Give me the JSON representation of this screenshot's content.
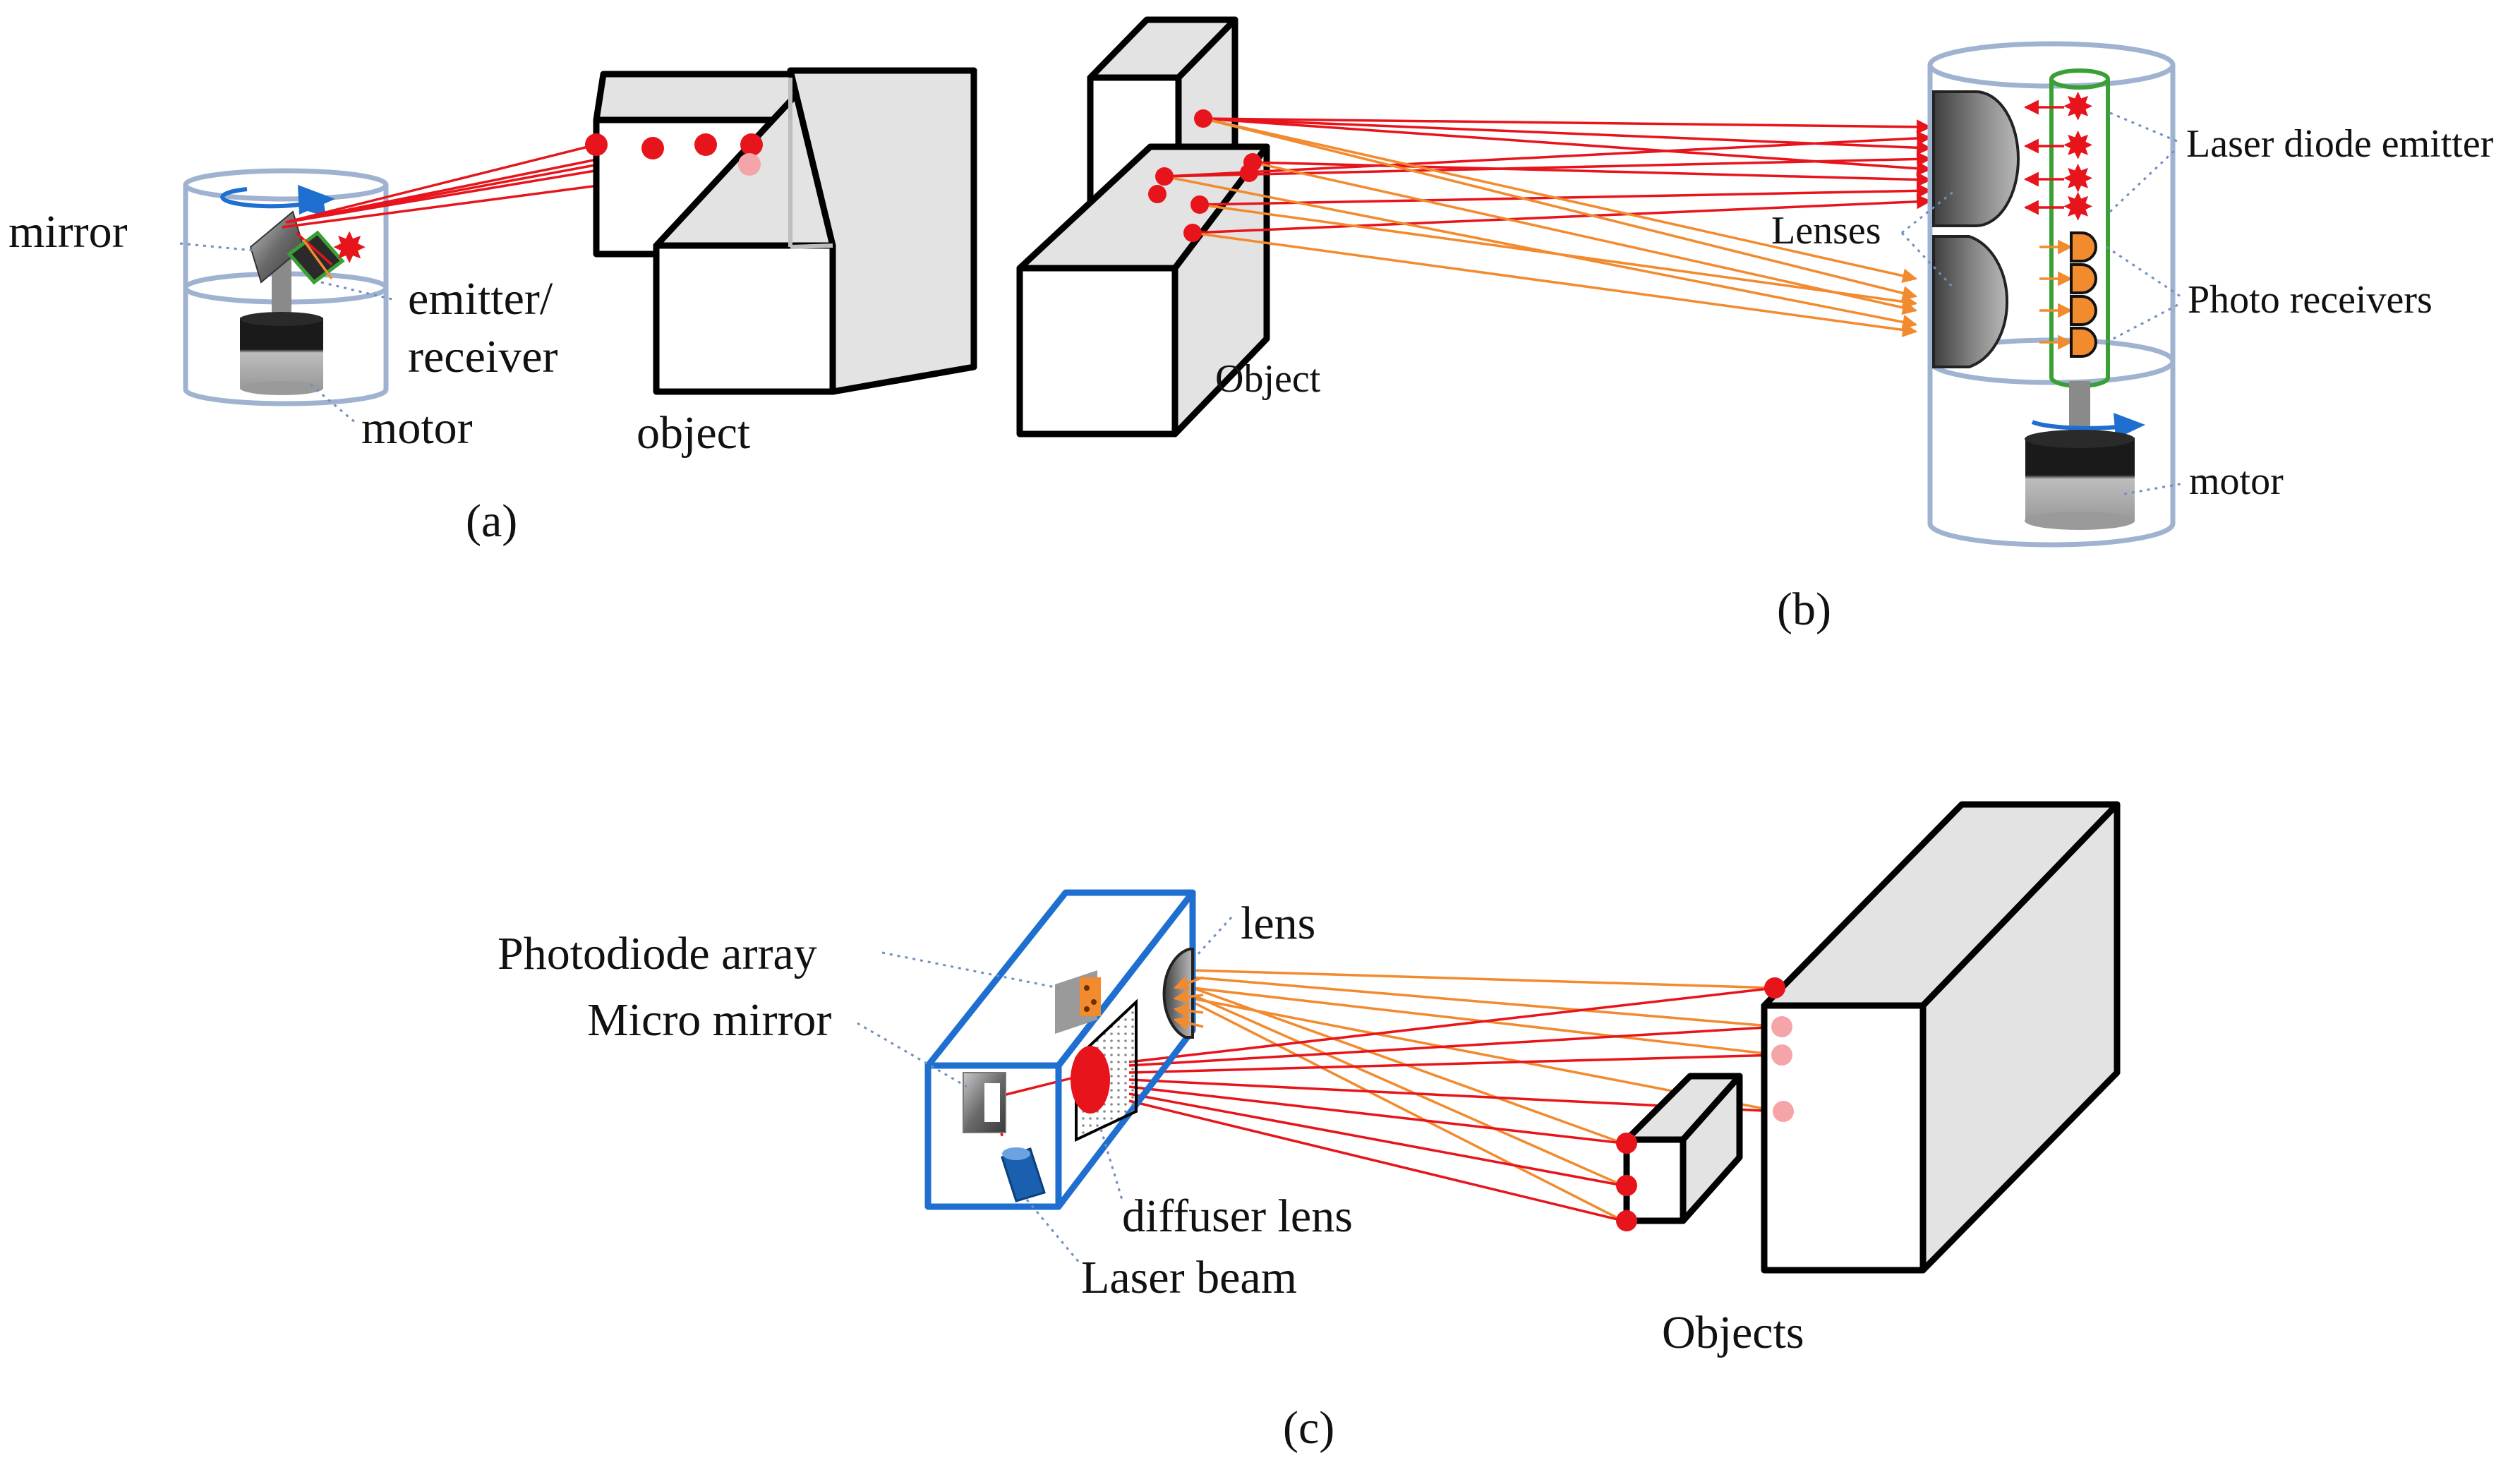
{
  "panels": {
    "a": {
      "caption": "(a)",
      "labels": {
        "mirror": "mirror",
        "emitter_line1": "emitter/",
        "emitter_line2": "receiver",
        "motor": "motor",
        "object": "object"
      }
    },
    "b": {
      "caption": "(b)",
      "labels": {
        "laser_diode_emitter": "Laser diode emitter",
        "lenses": "Lenses",
        "photo_receivers": "Photo receivers",
        "object": "Object",
        "motor": "motor"
      }
    },
    "c": {
      "caption": "(c)",
      "labels": {
        "photodiode_array": "Photodiode array",
        "micro_mirror": "Micro mirror",
        "lens": "lens",
        "diffuser_lens": "diffuser lens",
        "laser_beam": "Laser beam",
        "objects": "Objects"
      }
    }
  },
  "colors": {
    "laser_red": "#e8141c",
    "return_orange": "#f28a2e",
    "housing_blue": "#1f6fd0",
    "cylinder_blue": "#9fb3d1",
    "object_side_gray": "#e3e3e3",
    "receiver_green": "#3aa035",
    "rotation_arrow_blue": "#1f6fd0"
  }
}
